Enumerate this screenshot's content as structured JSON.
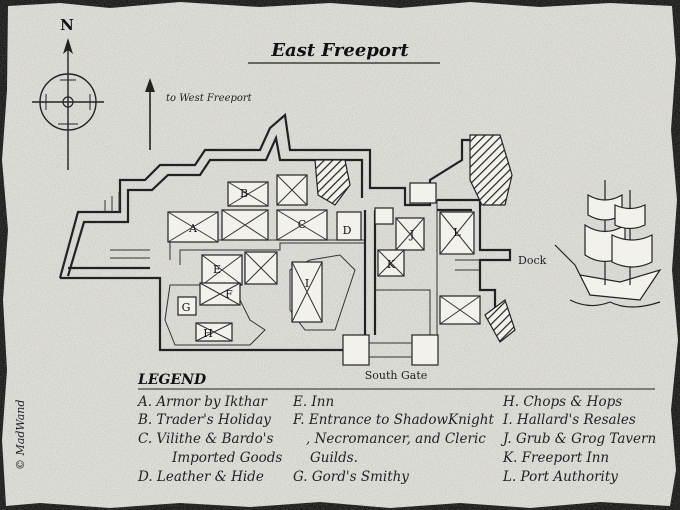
{
  "map": {
    "title": "East Freeport",
    "north_label": "N",
    "west_freeport_label": "to West Freeport",
    "dock_label": "Dock",
    "south_gate_label": "South Gate",
    "copyright": "© MadWand",
    "building_letters": {
      "a": "A",
      "b": "B",
      "c": "C",
      "d": "D",
      "e": "E",
      "f": "F",
      "g": "G",
      "h": "H",
      "i": "I",
      "j": "J",
      "k": "K",
      "l": "L"
    }
  },
  "legend": {
    "heading": "LEGEND",
    "col1": [
      "A. Armor by Ikthar",
      "B. Trader's Holiday",
      "C. Vilithe & Bardo's",
      "Imported Goods",
      "D. Leather & Hide"
    ],
    "col2": [
      "E. Inn",
      "F. Entrance to ShadowKnight",
      ", Necromancer, and Cleric",
      "Guilds.",
      "G. Gord's Smithy"
    ],
    "col3": [
      "H. Chops & Hops",
      "I. Hallard's Resales",
      "J. Grub & Grog Tavern",
      "K. Freeport Inn",
      "L. Port Authority"
    ]
  },
  "colors": {
    "parchment": "#ecebe6",
    "ink": "#222222"
  }
}
